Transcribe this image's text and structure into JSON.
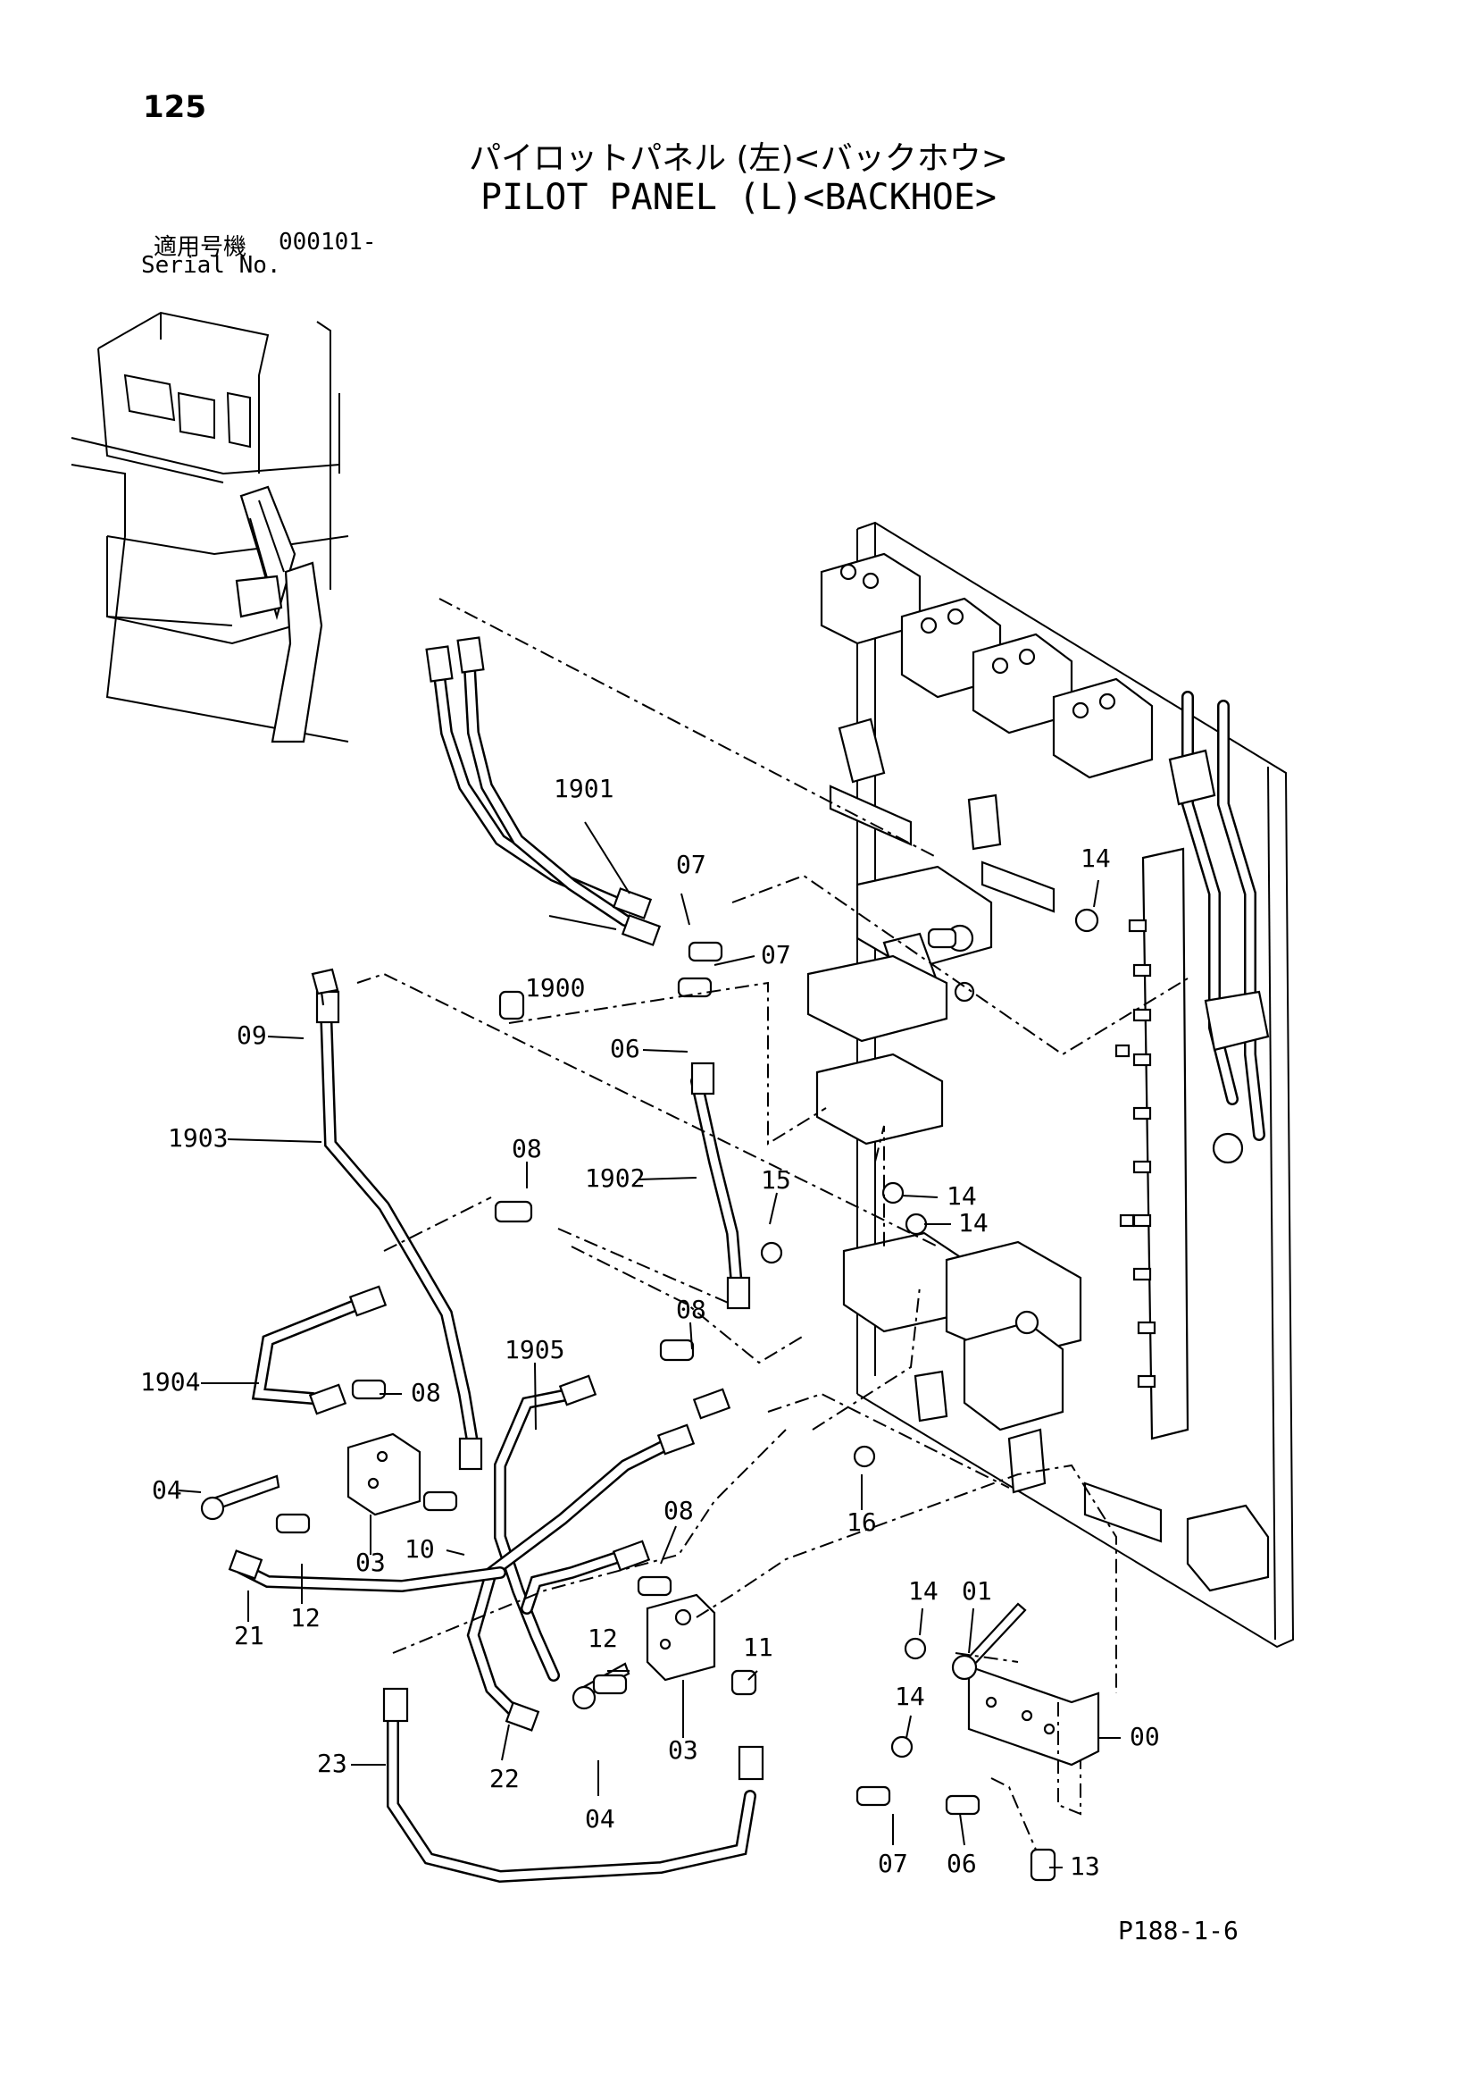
{
  "header": {
    "page_number": "125",
    "title_jp": "パイロットパネル (左)<バックホウ>",
    "title_en": "PILOT PANEL (L)<BACKHOE>",
    "serial_label_jp": "適用号機",
    "serial_number": "000101-",
    "serial_label_en": "Serial No."
  },
  "callouts": [
    {
      "id": "c-1901",
      "text": "1901"
    },
    {
      "id": "c-1900",
      "text": "1900"
    },
    {
      "id": "c-07a",
      "text": "07"
    },
    {
      "id": "c-07b",
      "text": "07"
    },
    {
      "id": "c-14a",
      "text": "14"
    },
    {
      "id": "c-09",
      "text": "09"
    },
    {
      "id": "c-06a",
      "text": "06"
    },
    {
      "id": "c-1903",
      "text": "1903"
    },
    {
      "id": "c-08a",
      "text": "08"
    },
    {
      "id": "c-1902",
      "text": "1902"
    },
    {
      "id": "c-15",
      "text": "15"
    },
    {
      "id": "c-14b",
      "text": "14"
    },
    {
      "id": "c-14c",
      "text": "14"
    },
    {
      "id": "c-08b",
      "text": "08"
    },
    {
      "id": "c-1905",
      "text": "1905"
    },
    {
      "id": "c-1904",
      "text": "1904"
    },
    {
      "id": "c-08c",
      "text": "08"
    },
    {
      "id": "c-04a",
      "text": "04"
    },
    {
      "id": "c-03a",
      "text": "03"
    },
    {
      "id": "c-10",
      "text": "10"
    },
    {
      "id": "c-16",
      "text": "16"
    },
    {
      "id": "c-08d",
      "text": "08"
    },
    {
      "id": "c-21",
      "text": "21"
    },
    {
      "id": "c-12a",
      "text": "12"
    },
    {
      "id": "c-14d",
      "text": "14"
    },
    {
      "id": "c-01",
      "text": "01"
    },
    {
      "id": "c-12b",
      "text": "12"
    },
    {
      "id": "c-11",
      "text": "11"
    },
    {
      "id": "c-14e",
      "text": "14"
    },
    {
      "id": "c-23",
      "text": "23"
    },
    {
      "id": "c-03b",
      "text": "03"
    },
    {
      "id": "c-00",
      "text": "00"
    },
    {
      "id": "c-22",
      "text": "22"
    },
    {
      "id": "c-04b",
      "text": "04"
    },
    {
      "id": "c-07c",
      "text": "07"
    },
    {
      "id": "c-06b",
      "text": "06"
    },
    {
      "id": "c-13",
      "text": "13"
    }
  ],
  "footer": {
    "page_code": "P188-1-6"
  }
}
